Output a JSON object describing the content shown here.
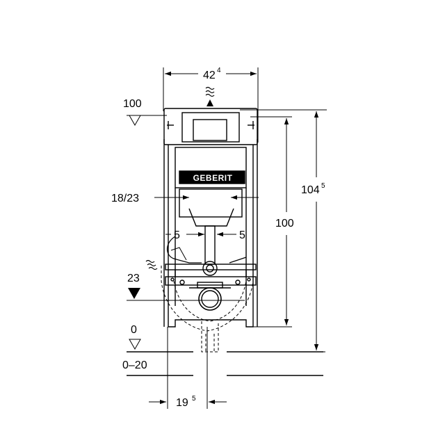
{
  "dimensions": {
    "width_top": {
      "main": "42",
      "sup": "4"
    },
    "height_total": {
      "main": "104",
      "sup": "5"
    },
    "height_frame": "100",
    "level_top": "100",
    "inner_width": "18/23",
    "offset_left": "5",
    "offset_right": "5",
    "level_mid": "23",
    "level_floor": "0",
    "floor_range": "0–20",
    "width_bottom": {
      "main": "19",
      "sup": "5"
    }
  },
  "brand": {
    "logo_text": "GEBERIT"
  },
  "colors": {
    "line": "#000000",
    "frame": "#ffffff",
    "background": "#ffffff"
  }
}
